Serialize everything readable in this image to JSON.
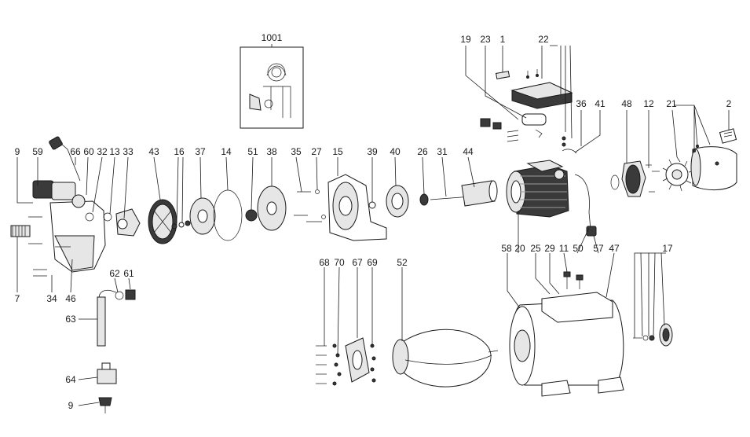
{
  "labels": {
    "l1001": "1001",
    "l19": "19",
    "l23": "23",
    "l1": "1",
    "l22": "22",
    "l36": "36",
    "l41": "41",
    "l48": "48",
    "l12": "12",
    "l21": "21",
    "l2": "2",
    "l9a": "9",
    "l59": "59",
    "l66": "66",
    "l60": "60",
    "l32": "32",
    "l13": "13",
    "l33": "33",
    "l43": "43",
    "l16": "16",
    "l37": "37",
    "l14": "14",
    "l51": "51",
    "l38": "38",
    "l35": "35",
    "l27": "27",
    "l15": "15",
    "l39": "39",
    "l40": "40",
    "l26": "26",
    "l31": "31",
    "l44": "44",
    "l7": "7",
    "l34": "34",
    "l46": "46",
    "l62": "62",
    "l61": "61",
    "l63": "63",
    "l64": "64",
    "l9b": "9",
    "l68": "68",
    "l70": "70",
    "l67": "67",
    "l69": "69",
    "l52": "52",
    "l58": "58",
    "l20": "20",
    "l25": "25",
    "l29": "29",
    "l11": "11",
    "l50": "50",
    "l57": "57",
    "l47": "47",
    "l17": "17"
  }
}
